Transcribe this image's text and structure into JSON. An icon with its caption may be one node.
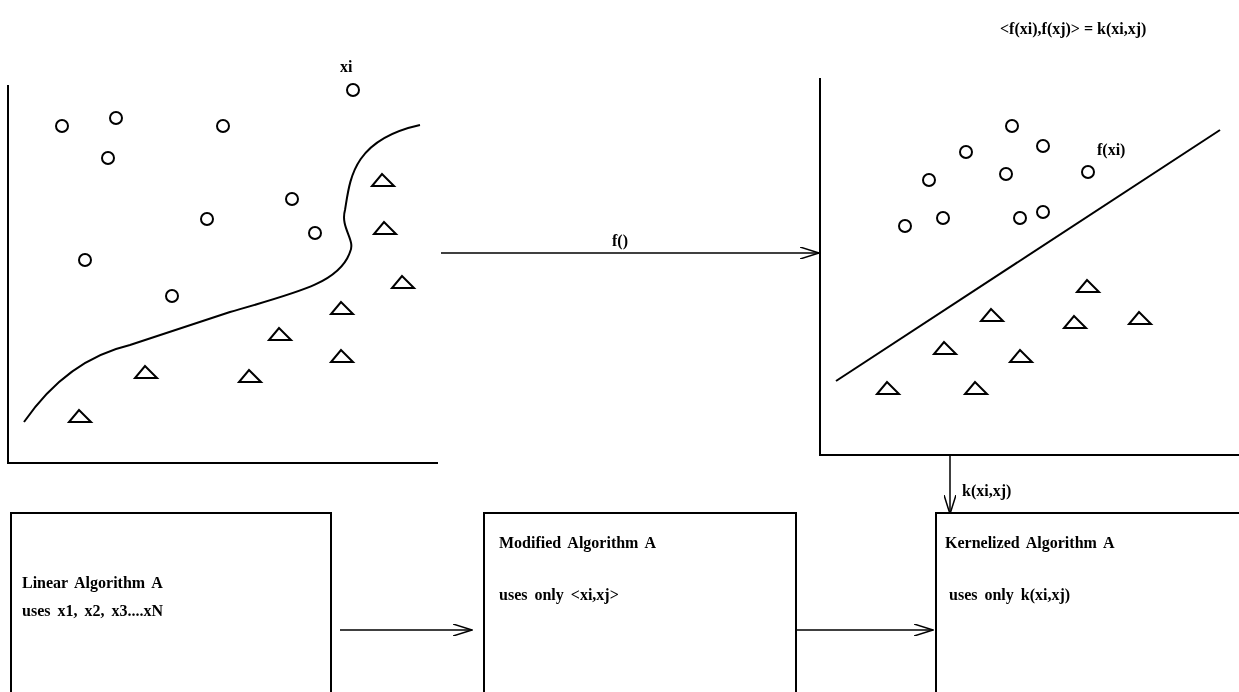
{
  "diagram": {
    "nodes": [
      {
        "text": [],
        "shape": "picture",
        "beside": [
          "xi"
        ]
      },
      {
        "text": [
          "f(xi)"
        ]
      },
      {
        "text": [
          "Linear Algorithm A",
          "uses x1, x2, x3....xN"
        ]
      },
      {
        "text": [
          "Modified Algorithm A",
          "uses only <xi,xj>"
        ]
      },
      {
        "text": [
          "Kernelized Algorithm A",
          "uses only k(xi,xj)"
        ]
      }
    ],
    "edges": [
      {
        "from": 0,
        "to": 1,
        "arrow": "to",
        "label": "f()"
      },
      {
        "from": 1,
        "to": 4,
        "arrow": "to",
        "label": "k(xi,xj)"
      },
      {
        "from": 2,
        "to": 3,
        "arrow": "to"
      },
      {
        "from": 3,
        "to": 4,
        "arrow": "to"
      }
    ],
    "labels": [
      "<f(xi),f(xj)> = k(xi,xj)"
    ]
  }
}
